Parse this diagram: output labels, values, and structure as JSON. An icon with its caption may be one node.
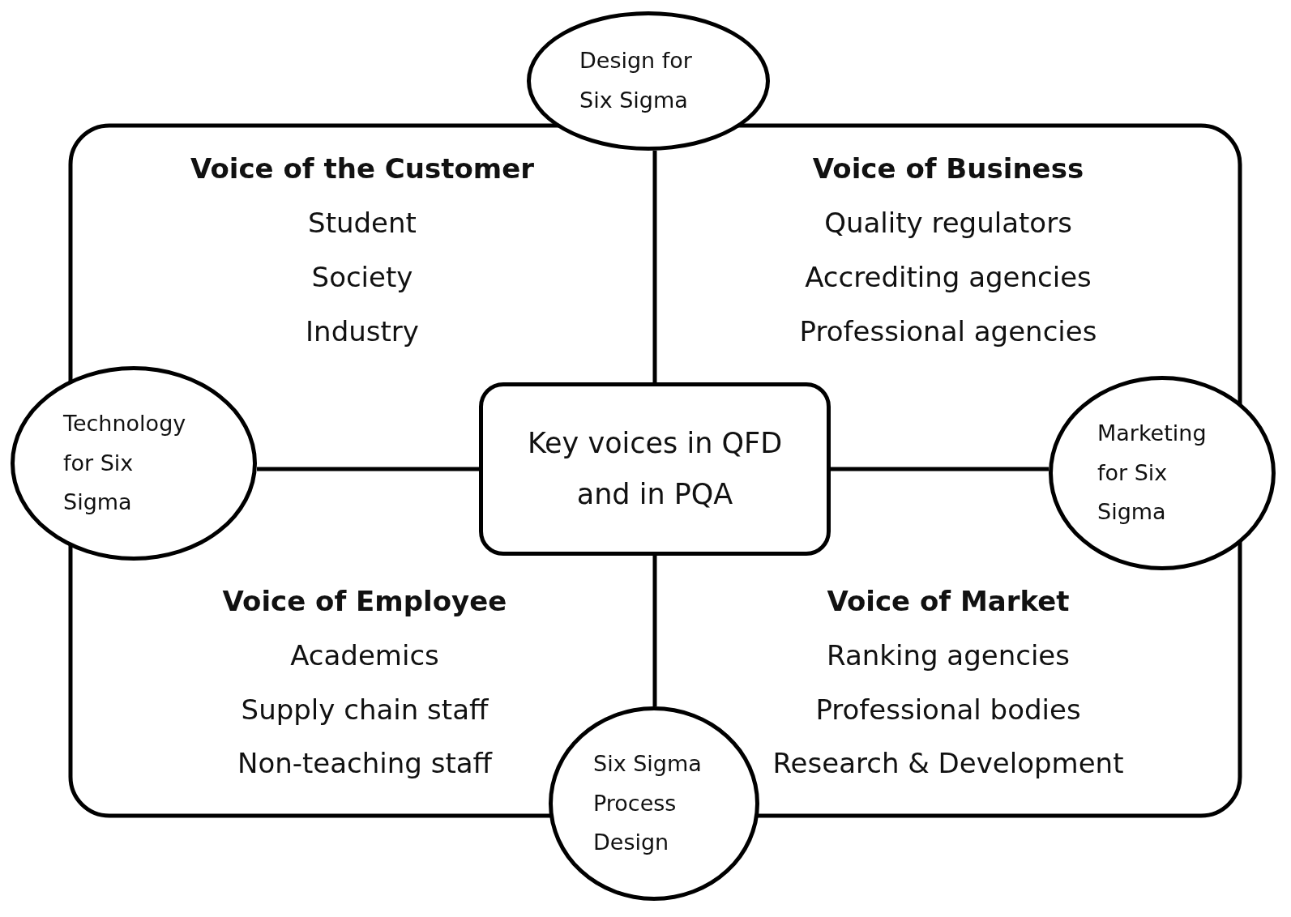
{
  "diagram": {
    "nodes": [
      {
        "text": [
          "Design for Six Sigma"
        ]
      },
      {
        "text": [
          "Technology for Six Sigma"
        ]
      },
      {
        "text": [
          "Key voices in QFD and in PQA"
        ]
      },
      {
        "text": [
          "Marketing for Six Sigma"
        ]
      },
      {
        "text": [
          "Six Sigma Process Design"
        ]
      }
    ],
    "edges": [
      {
        "from": 2,
        "to": 0,
        "arrow": "none"
      },
      {
        "from": 2,
        "to": 1,
        "arrow": "none"
      },
      {
        "from": 2,
        "to": 3,
        "arrow": "none"
      },
      {
        "from": 2,
        "to": 4,
        "arrow": "none"
      }
    ],
    "labels": [
      "Voice of the Customer",
      "Student",
      "Society",
      "Industry",
      "Voice of Business",
      "Quality regulators",
      "Accrediting agencies",
      "Professional agencies",
      "Voice of Employee",
      "Academics",
      "Supply chain staff",
      "Non-teaching staff",
      "Voice of Market",
      "Ranking agencies",
      "Professional bodies",
      "Research & Development"
    ]
  }
}
